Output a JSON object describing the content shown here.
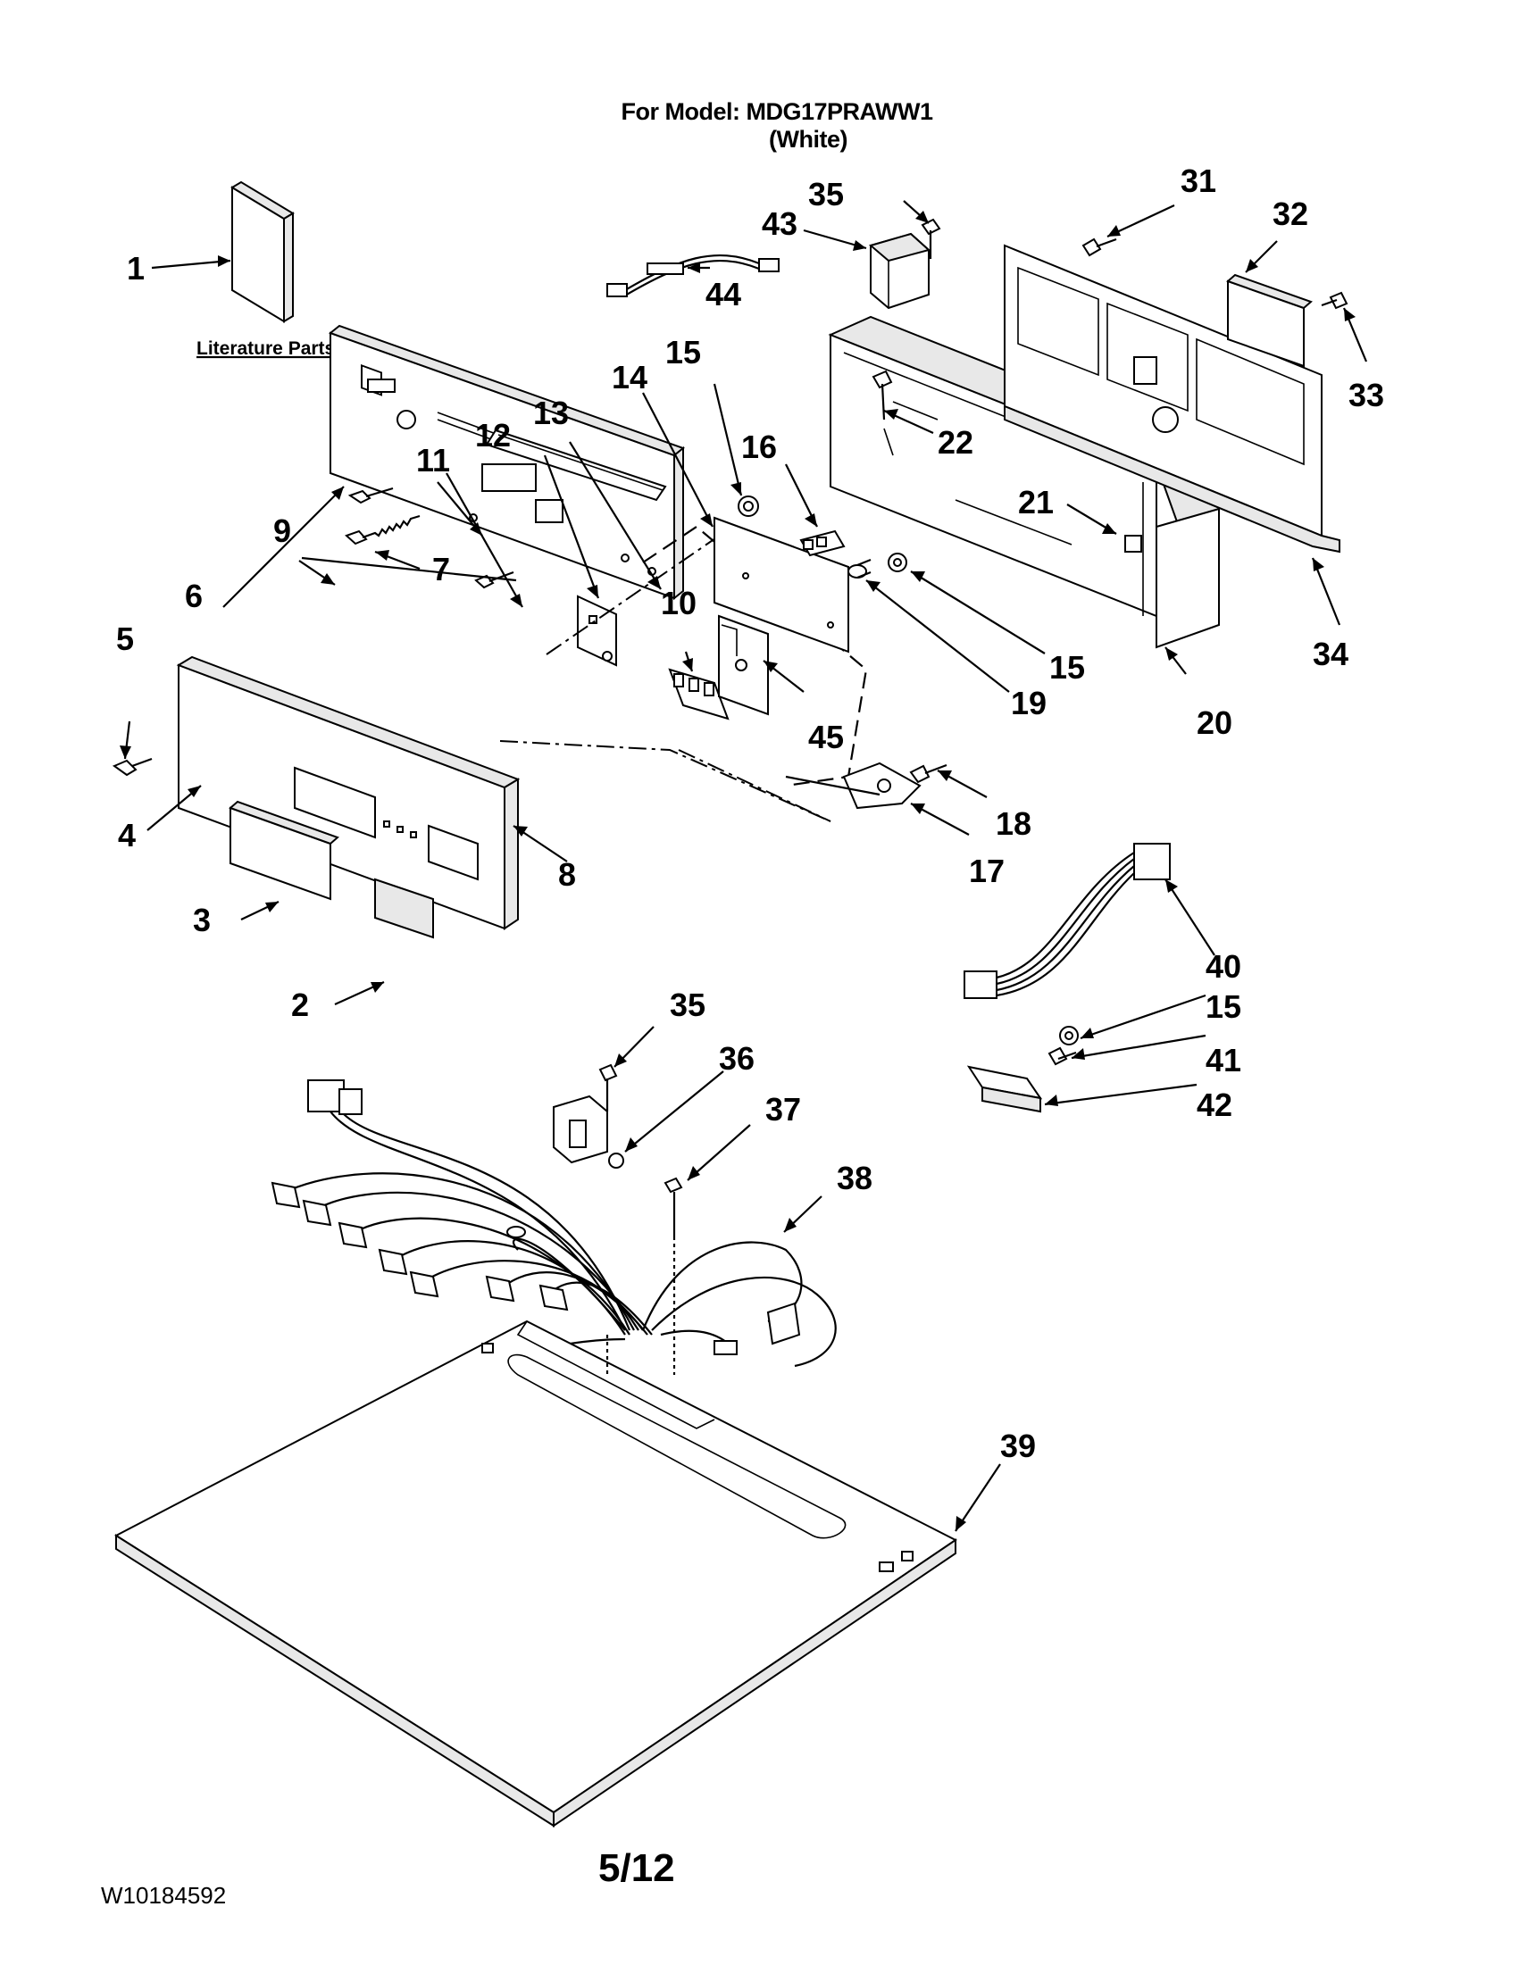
{
  "header": {
    "model_line": "For Model: MDG17PRAWW1",
    "color_line": "(White)"
  },
  "literature": {
    "label": "Literature Parts"
  },
  "callouts": {
    "c1": "1",
    "c2": "2",
    "c3": "3",
    "c4": "4",
    "c5": "5",
    "c6": "6",
    "c7": "7",
    "c8": "8",
    "c9": "9",
    "c10": "10",
    "c11": "11",
    "c12": "12",
    "c13": "13",
    "c14": "14",
    "c15a": "15",
    "c15b": "15",
    "c15c": "15",
    "c16": "16",
    "c17": "17",
    "c18": "18",
    "c19": "19",
    "c20": "20",
    "c21": "21",
    "c22": "22",
    "c31": "31",
    "c32": "32",
    "c33": "33",
    "c34": "34",
    "c35a": "35",
    "c35b": "35",
    "c36": "36",
    "c37": "37",
    "c38": "38",
    "c39": "39",
    "c40": "40",
    "c41": "41",
    "c42": "42",
    "c43": "43",
    "c44": "44",
    "c45": "45"
  },
  "footer": {
    "doc_number": "W10184592",
    "page": "5/12"
  }
}
